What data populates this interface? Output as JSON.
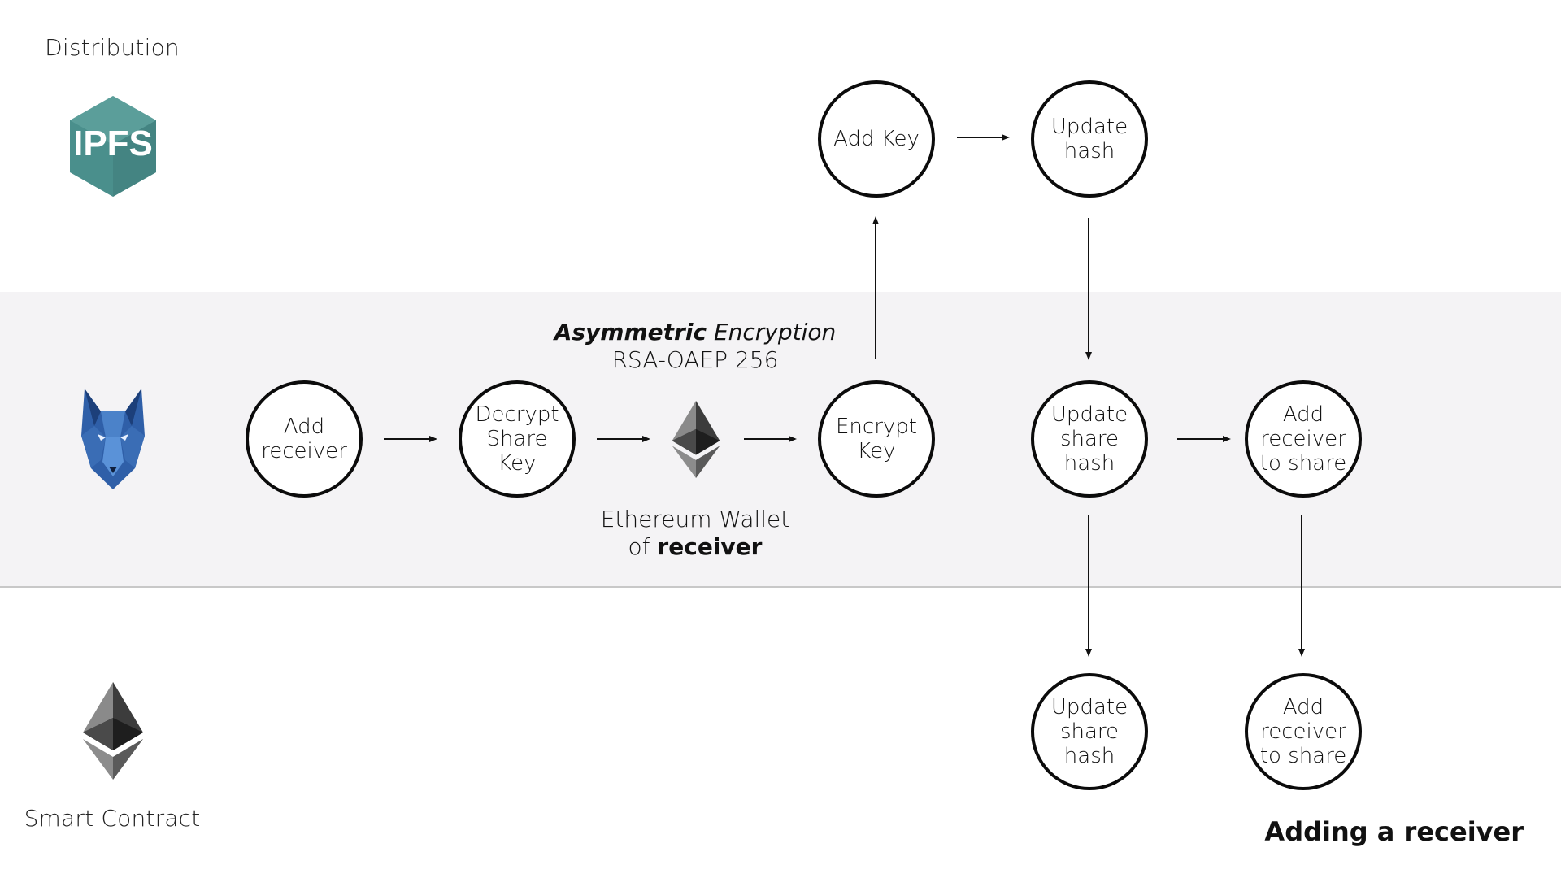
{
  "lanes": {
    "distribution": "Distribution",
    "smart_contract": "Smart Contract"
  },
  "nodes": {
    "add_key": "Add Key",
    "update_hash": "Update\nhash",
    "add_receiver": "Add\nreceiver",
    "decrypt_share_key": "Decrypt\nShare\nKey",
    "encrypt_key": "Encrypt\nKey",
    "update_share_hash_app": "Update\nshare\nhash",
    "add_receiver_to_share_app": "Add\nreceiver\nto share",
    "update_share_hash_contract": "Update\nshare\nhash",
    "add_receiver_to_share_contract": "Add\nreceiver\nto share"
  },
  "captions": {
    "encryption_bold": "Asymmetric",
    "encryption_italic": " Encryption",
    "encryption_algo": "RSA-OAEP 256",
    "wallet_line1": "Ethereum Wallet",
    "wallet_line2_prefix": "of ",
    "wallet_line2_bold": "receiver"
  },
  "logos": {
    "ipfs_text": "IPFS",
    "ipfs_icon": "ipfs-logo-icon",
    "wolf_icon": "wolf-logo-icon",
    "ethereum_icon": "ethereum-logo-icon"
  },
  "title": "Adding a receiver",
  "colors": {
    "band": "#f4f3f5",
    "ipfs_teal": "#4a8f8c",
    "wolf_blue": "#2f5fa8"
  }
}
